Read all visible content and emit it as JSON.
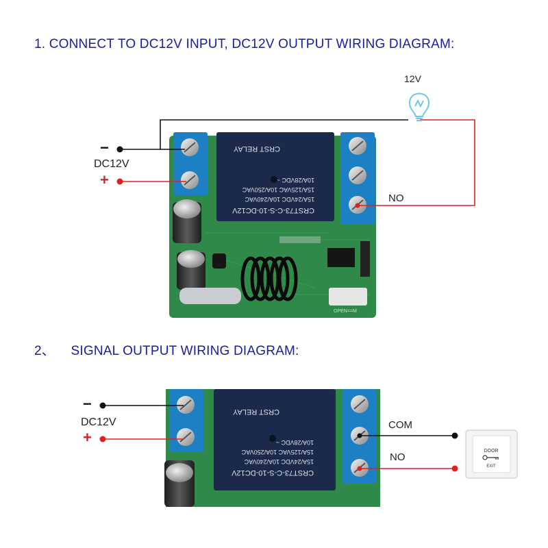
{
  "diagram1": {
    "number": "1.",
    "title": "CONNECT TO DC12V INPUT, DC12V OUTPUT WIRING DIAGRAM:",
    "minus": "−",
    "plus": "+",
    "voltage_label": "DC12V",
    "lamp_label": "12V",
    "no_label": "NO",
    "relay_text": [
      "CRST73-C-S-10-DC12V",
      "15A/24VDC  10A/240VAC",
      "15A/125VAC  10A/250VAC",
      "10A/28VDC ~",
      "CRST RELAY"
    ],
    "button_text": "OPEN==M"
  },
  "diagram2": {
    "number": "2、",
    "title": "SIGNAL OUTPUT WIRING DIAGRAM:",
    "minus": "−",
    "plus": "+",
    "voltage_label": "DC12V",
    "com_label": "COM",
    "no_label": "NO",
    "relay_text": [
      "CRST73-C-S-10-DC12V",
      "15A/24VDC  10A/240VAC",
      "15A/125VAC  10A/250VAC",
      "10A/28VDC ~",
      "CRST RELAY"
    ],
    "exit_button": {
      "top": "DOOR",
      "bottom": "EXIT"
    }
  },
  "colors": {
    "title": "#1a1aa8",
    "wire_red": "#e02020",
    "wire_black": "#111111",
    "pcb": "#2f8a4a",
    "terminal": "#1d7fc4",
    "relay": "#1b2a4a"
  }
}
